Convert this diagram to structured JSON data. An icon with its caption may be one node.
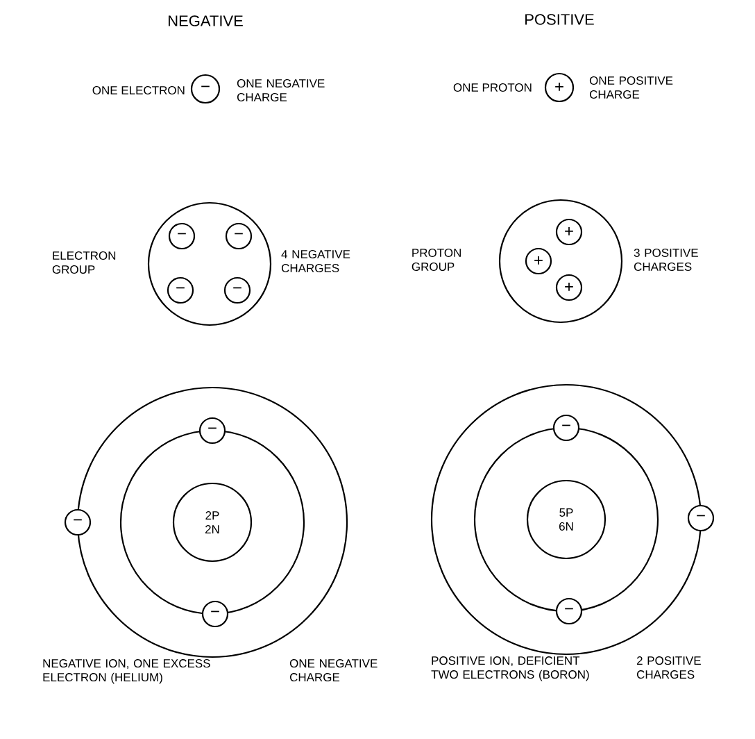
{
  "diagram": {
    "nodes": [
      {
        "text": [
          "−"
        ],
        "beside": [
          "ONE ELECTRON",
          "ONE NEGATIVE CHARGE"
        ]
      },
      {
        "text": [
          "+"
        ],
        "beside": [
          "ONE PROTON",
          "ONE POSITIVE CHARGE"
        ]
      },
      {
        "text": [],
        "shape": "circle",
        "beside": [
          "ELECTRON GROUP",
          "4 NEGATIVE CHARGES"
        ]
      },
      {
        "text": [
          "−"
        ],
        "in": 2
      },
      {
        "text": [
          "−"
        ],
        "in": 2
      },
      {
        "text": [
          "−"
        ],
        "in": 2
      },
      {
        "text": [
          "−"
        ],
        "in": 2
      },
      {
        "text": [],
        "shape": "circle",
        "beside": [
          "PROTON GROUP",
          "3 POSITIVE CHARGES"
        ]
      },
      {
        "text": [
          "+"
        ],
        "in": 7
      },
      {
        "text": [
          "+"
        ],
        "in": 7
      },
      {
        "text": [
          "+"
        ],
        "in": 7
      },
      {
        "text": [],
        "shape": "circle",
        "beside": [
          "NEGATIVE ION, ONE EXCESS ELECTRON (HELIUM)",
          "ONE NEGATIVE CHARGE"
        ]
      },
      {
        "text": [],
        "shape": "circle",
        "in": 11
      },
      {
        "text": [
          "2P 2N"
        ],
        "in": 12
      },
      {
        "text": [
          "−"
        ],
        "in": 11
      },
      {
        "text": [
          "−"
        ],
        "in": 11
      },
      {
        "text": [
          "−"
        ]
      },
      {
        "text": [],
        "shape": "circle",
        "beside": [
          "POSITIVE ION, DEFICIENT TWO ELECTRONS (BORON)",
          "2 POSITIVE CHARGES"
        ]
      },
      {
        "text": [],
        "shape": "circle",
        "in": 17
      },
      {
        "text": [
          "5P 6N"
        ],
        "in": 18
      },
      {
        "text": [
          "−"
        ],
        "in": 17
      },
      {
        "text": [
          "−"
        ],
        "in": 17
      },
      {
        "text": [
          "−"
        ]
      }
    ],
    "labels": [
      "NEGATIVE",
      "POSITIVE"
    ]
  }
}
